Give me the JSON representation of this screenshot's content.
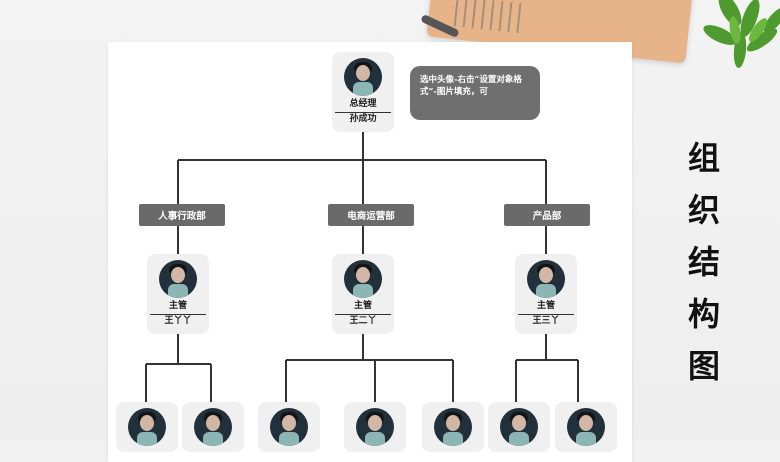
{
  "tooltip": "选中头像-右击“设置对象格式”-图片填充，可",
  "title_chars": [
    "组",
    "织",
    "结",
    "构",
    "图"
  ],
  "ceo": {
    "role": "总经理",
    "name": "孙成功"
  },
  "departments": [
    {
      "label": "人事行政部",
      "head_role": "主管",
      "head_name": "王丫丫"
    },
    {
      "label": "电商运营部",
      "head_role": "主管",
      "head_name": "王二丫"
    },
    {
      "label": "产品部",
      "head_role": "主管",
      "head_name": "王三丫"
    }
  ],
  "colors": {
    "dept_bg": "#6a6a6a",
    "card_bg": "#f0f0f0",
    "line": "#333333"
  },
  "icons": {
    "avatar": "person-avatar-icon",
    "plant": "plant-icon",
    "notebook": "notebook-icon",
    "pen": "pen-icon"
  }
}
